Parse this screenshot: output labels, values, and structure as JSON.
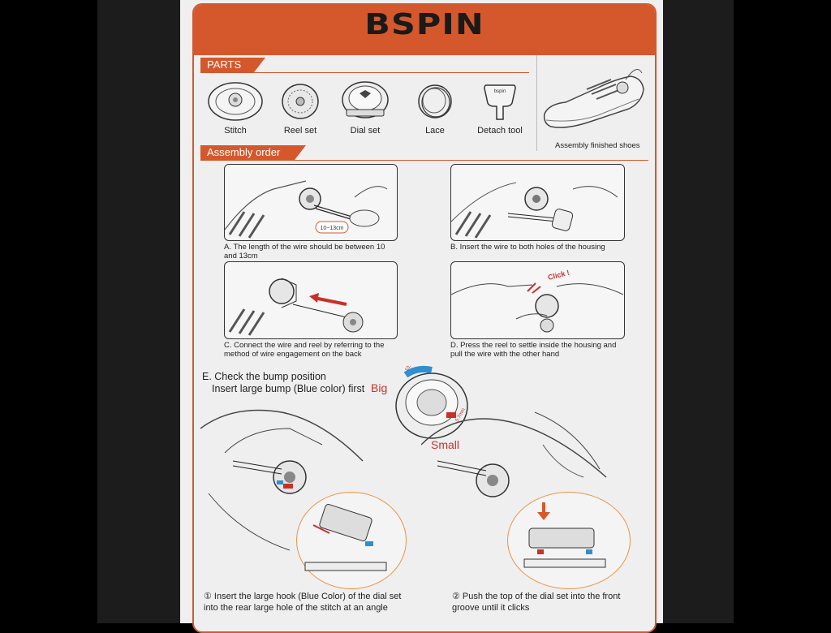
{
  "brand": {
    "logo": "BSPIN"
  },
  "parts_section": {
    "title": "PARTS",
    "items": [
      {
        "label": "Stitch",
        "icon": "stitch-icon"
      },
      {
        "label": "Reel set",
        "icon": "reel-set-icon"
      },
      {
        "label": "Dial set",
        "icon": "dial-set-icon"
      },
      {
        "label": "Lace",
        "icon": "lace-icon"
      },
      {
        "label": "Detach tool",
        "icon": "detach-tool-icon",
        "tool_text": "bspin"
      }
    ],
    "finished_label": "Assembly finished shoes"
  },
  "assembly_section": {
    "title": "Assembly order",
    "steps": [
      {
        "caption": "A. The length of the wire should be between 10 and 13cm",
        "measure": "10~13cm"
      },
      {
        "caption": "B. Insert the wire to both holes of the housing"
      },
      {
        "caption": "C. Connect the wire and reel by referring to the method of wire engagement on the back"
      },
      {
        "caption": "D. Press the reel to settle inside the housing and pull the wire with the other hand",
        "callout": "Click !"
      }
    ]
  },
  "bump_section": {
    "title": "E. Check the bump position",
    "subtitle": "Insert large bump (Blue color) first",
    "big_label": "Big",
    "small_label": "Small",
    "big_dim": "10.5mm",
    "small_dim": "5.7mm",
    "step1": "① Insert the large hook (Blue Color) of the dial set into the rear large hole of the stitch at an angle",
    "step2": "② Push the top of the dial set into the front groove until it clicks"
  },
  "colors": {
    "accent": "#d4582c",
    "blue": "#2f8fd0",
    "red": "#c8302a",
    "orange_ring": "#e89548"
  }
}
